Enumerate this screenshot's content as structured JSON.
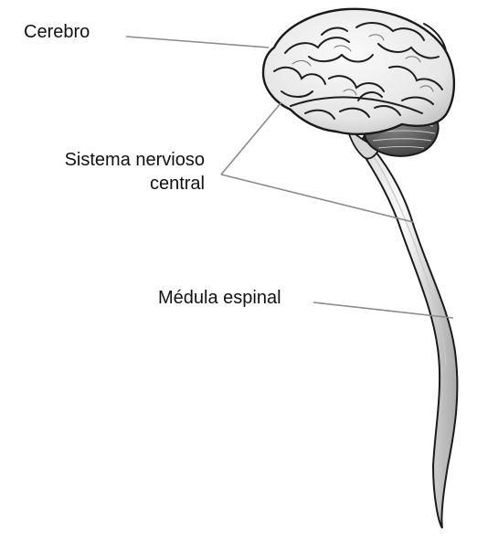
{
  "labels": {
    "brain": "Cerebro",
    "cns_line1": "Sistema nervioso",
    "cns_line2": "central",
    "spinal_cord": "Médula espinal"
  },
  "colors": {
    "leader_line": "#8a8a8a",
    "outline": "#1a1a1a",
    "fill": "#f4f4f4",
    "shade": "#9a9a9a"
  }
}
